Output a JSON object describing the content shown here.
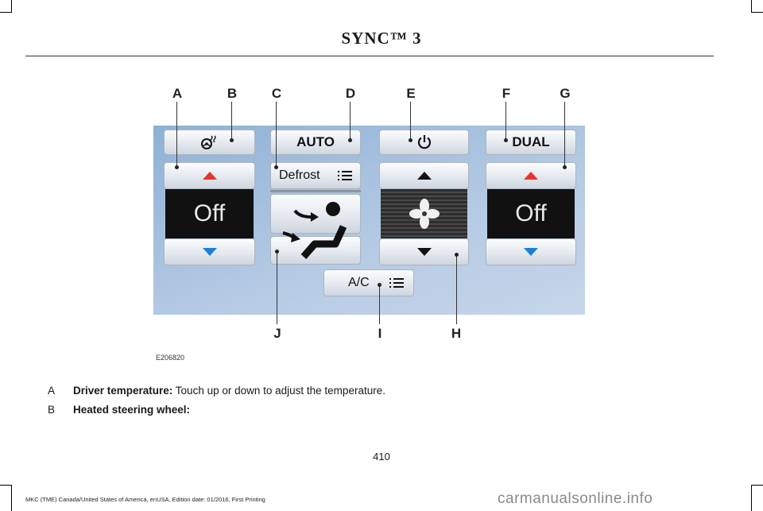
{
  "header": {
    "title": "SYNC™ 3"
  },
  "figure": {
    "id": "E206820",
    "callouts": [
      "A",
      "B",
      "C",
      "D",
      "E",
      "F",
      "G",
      "H",
      "I",
      "J"
    ],
    "buttons": {
      "auto": "AUTO",
      "defrost": "Defrost",
      "dual": "DUAL",
      "ac": "A/C"
    },
    "driver_display": "Off",
    "passenger_display": "Off",
    "colors": {
      "up_arrow": "#e8332f",
      "down_arrow": "#1e7fd6",
      "panel": "#9fbbdd"
    },
    "icons": [
      "heated-steering-wheel-icon",
      "list-icon",
      "power-icon",
      "fan-icon",
      "airflow-face-icon",
      "airflow-feet-icon"
    ]
  },
  "items": [
    {
      "letter": "A",
      "label": "Driver temperature:",
      "text": " Touch up or down to adjust the temperature."
    },
    {
      "letter": "B",
      "label": "Heated steering wheel:",
      "text": ""
    }
  ],
  "page_number": "410",
  "footer": "MKC (TME) Canada/United States of America, enUSA, Edition date: 01/2016, First Printing",
  "watermark": "carmanualsonline.info"
}
